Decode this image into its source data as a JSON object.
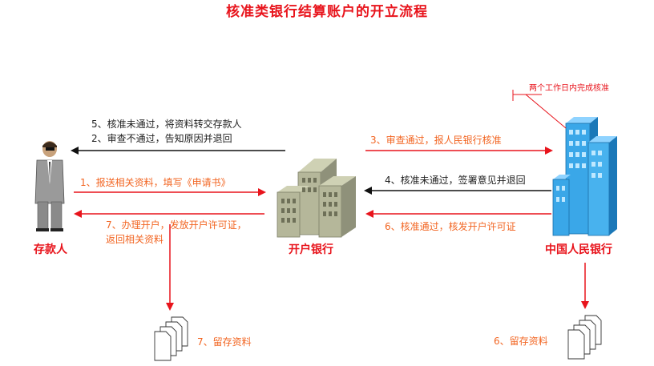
{
  "title": "核准类银行结算账户的开立流程",
  "nodes": {
    "depositor": "存款人",
    "bank": "开户银行",
    "pboc": "中国人民银行"
  },
  "note": "两个工作日内完成核准",
  "steps": {
    "s5": "5、核准未通过，将资料转交存款人",
    "s2": "2、审查不通过，告知原因并退回",
    "s1": "1、报送相关资料，填写《申请书》",
    "s7a": "7、办理开户，发放开户许可证，",
    "s7b": "返回相关资料",
    "s3": "3、审查通过，报人民银行核准",
    "s4": "4、核准未通过，签署意见并退回",
    "s6": "6、核准通过，核发开户许可证",
    "s7keep": "7、留存资料",
    "s6keep": "6、留存资料"
  },
  "colors": {
    "red": "#e8141c",
    "orange": "#f26522",
    "black": "#111111",
    "building": "#b5b79a",
    "tower": "#3aa7e8"
  }
}
